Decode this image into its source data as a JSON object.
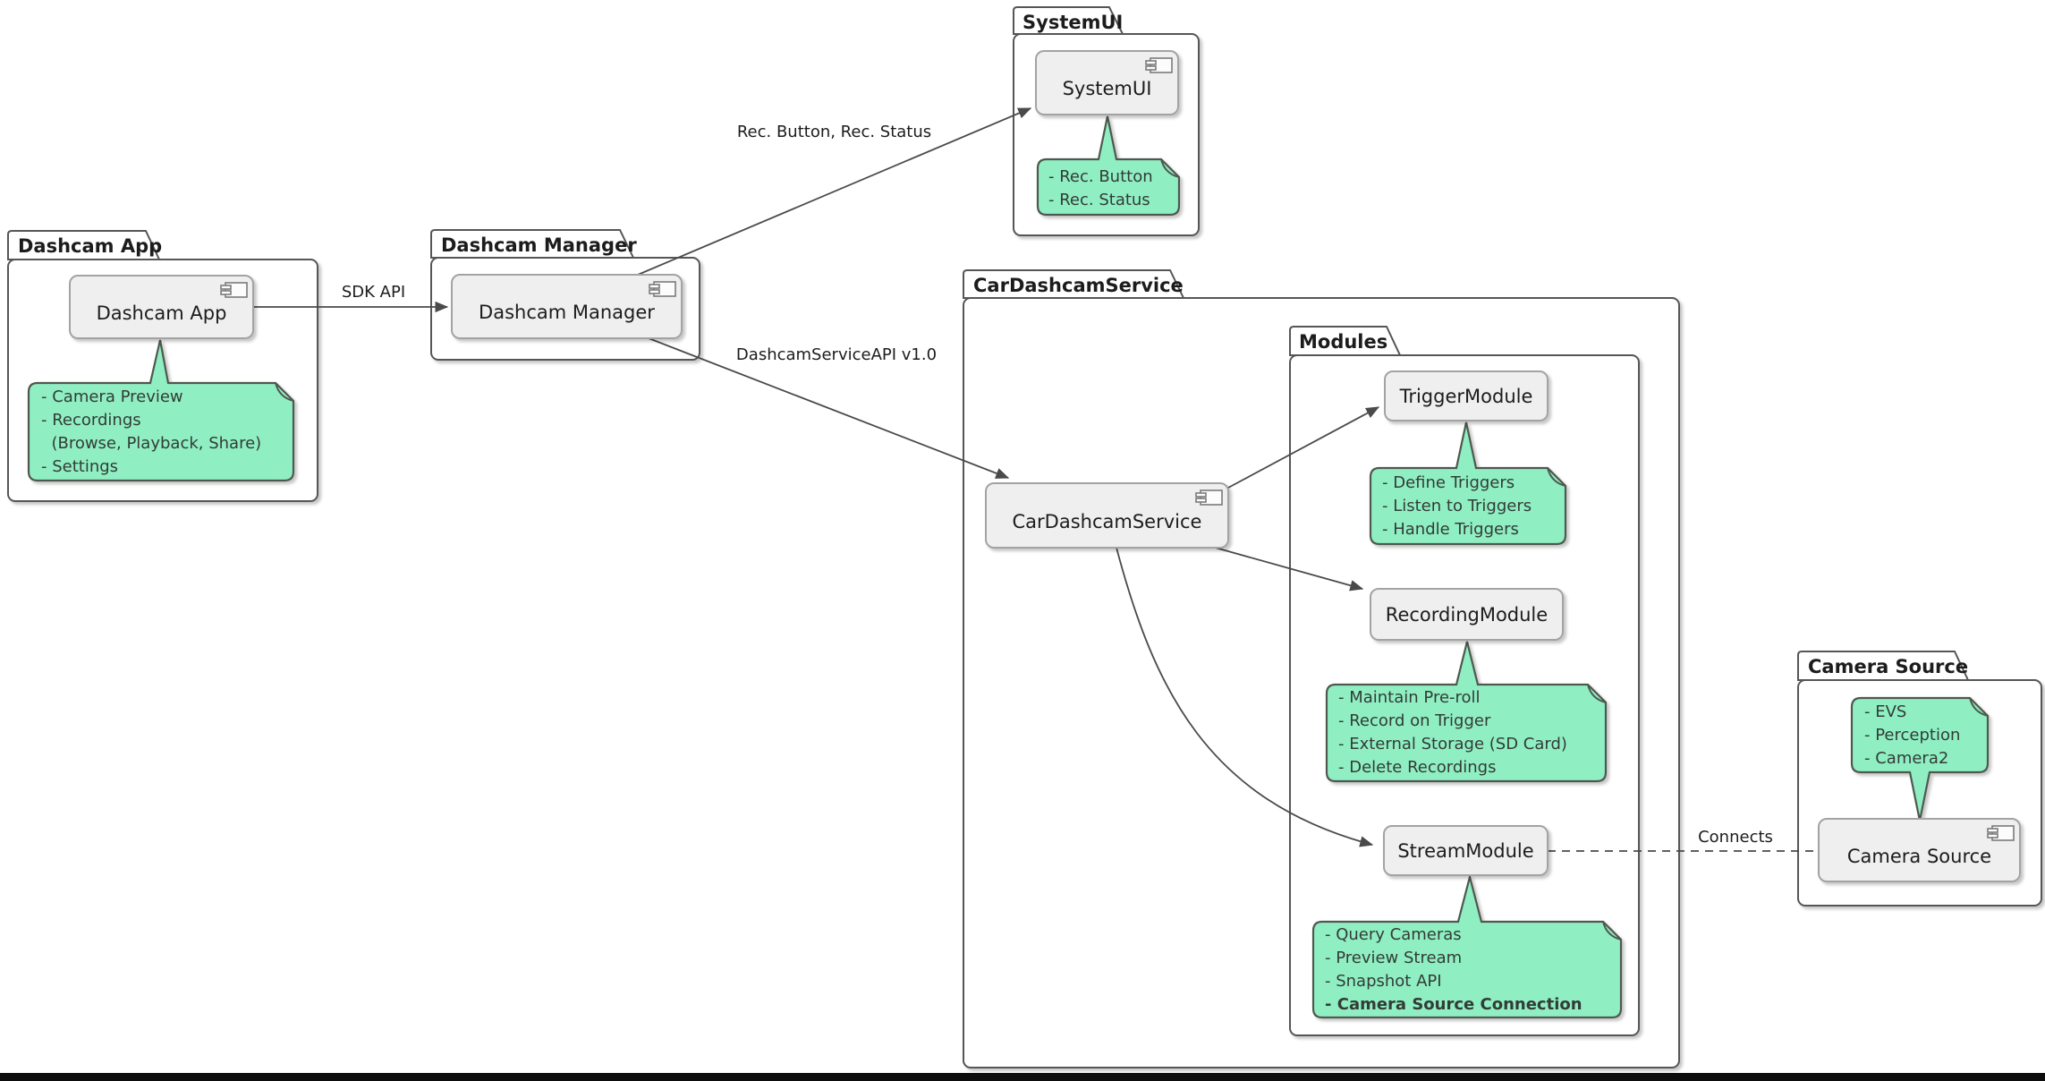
{
  "colors": {
    "note_fill": "#8FEFC3",
    "note_border": "#50594f",
    "component_fill": "#efefef",
    "component_border": "#a3a3a3",
    "package_border": "#565656",
    "line": "#4a4a4a"
  },
  "packages": {
    "dashcam_app": {
      "label": "Dashcam App"
    },
    "dashcam_manager": {
      "label": "Dashcam Manager"
    },
    "systemui": {
      "label": "SystemUI"
    },
    "car_dashcam_service": {
      "label": "CarDashcamService"
    },
    "modules": {
      "label": "Modules"
    },
    "camera_source": {
      "label": "Camera Source"
    }
  },
  "components": {
    "dashcam_app": {
      "label": "Dashcam App"
    },
    "dashcam_manager": {
      "label": "Dashcam Manager"
    },
    "systemui": {
      "label": "SystemUI"
    },
    "car_dashcam_service": {
      "label": "CarDashcamService"
    },
    "trigger_module": {
      "label": "TriggerModule"
    },
    "recording_module": {
      "label": "RecordingModule"
    },
    "stream_module": {
      "label": "StreamModule"
    },
    "camera_source": {
      "label": "Camera Source"
    }
  },
  "notes": {
    "dashcam_app": {
      "lines": [
        "- Camera Preview",
        "- Recordings",
        "  (Browse, Playback, Share)",
        "- Settings"
      ]
    },
    "systemui": {
      "lines": [
        "- Rec. Button",
        "- Rec. Status"
      ]
    },
    "trigger_module": {
      "lines": [
        "- Define Triggers",
        "- Listen to Triggers",
        "- Handle Triggers"
      ]
    },
    "recording_module": {
      "lines": [
        "- Maintain Pre-roll",
        "- Record on Trigger",
        "- External Storage (SD Card)",
        "- Delete Recordings"
      ]
    },
    "stream_module": {
      "lines": [
        "- Query Cameras",
        "- Preview Stream",
        "- Snapshot API",
        "- Camera Source Connection"
      ]
    },
    "camera_source": {
      "lines": [
        "- EVS",
        "- Perception",
        "- Camera2"
      ]
    }
  },
  "edges": {
    "sdk_api": {
      "label": "SDK API"
    },
    "rec_button_status": {
      "label": "Rec. Button, Rec. Status"
    },
    "dashcam_service_api": {
      "label": "DashcamServiceAPI v1.0"
    },
    "connects": {
      "label": "Connects"
    }
  }
}
